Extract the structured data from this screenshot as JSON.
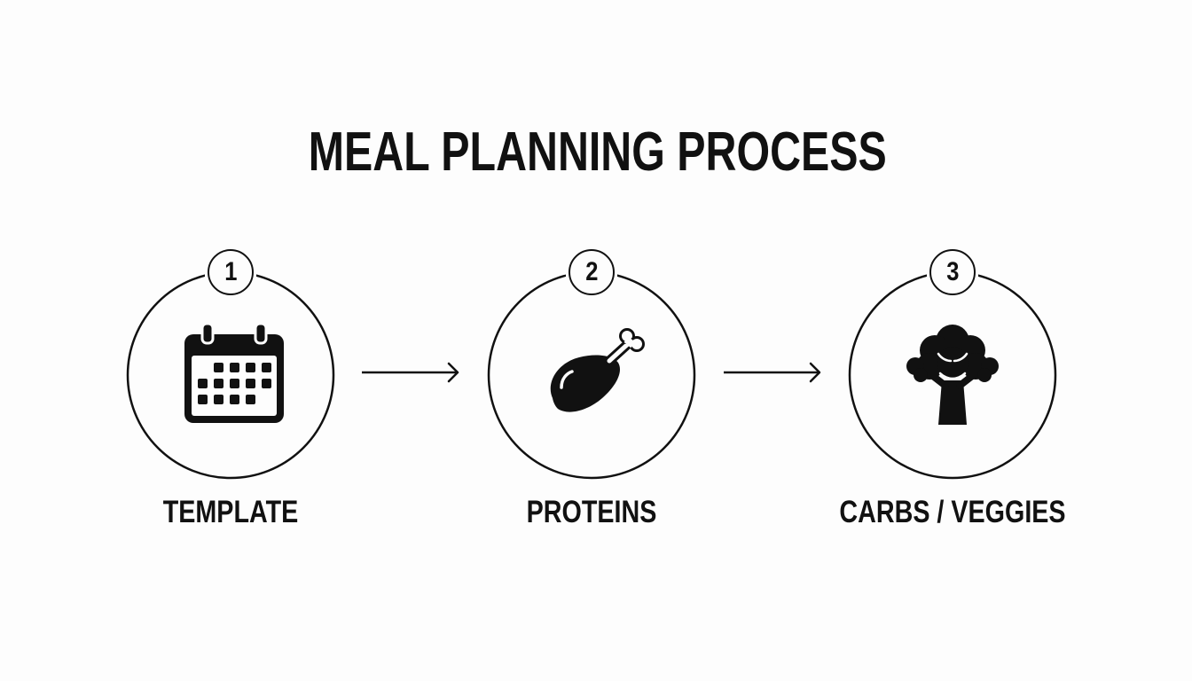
{
  "title": "MEAL PLANNING PROCESS",
  "steps": [
    {
      "number": "1",
      "label": "TEMPLATE",
      "icon": "calendar-icon"
    },
    {
      "number": "2",
      "label": "PROTEINS",
      "icon": "chicken-drumstick-icon"
    },
    {
      "number": "3",
      "label": "CARBS / VEGGIES",
      "icon": "broccoli-icon"
    }
  ],
  "colors": {
    "background": "#fdfdfd",
    "ink": "#111111"
  }
}
